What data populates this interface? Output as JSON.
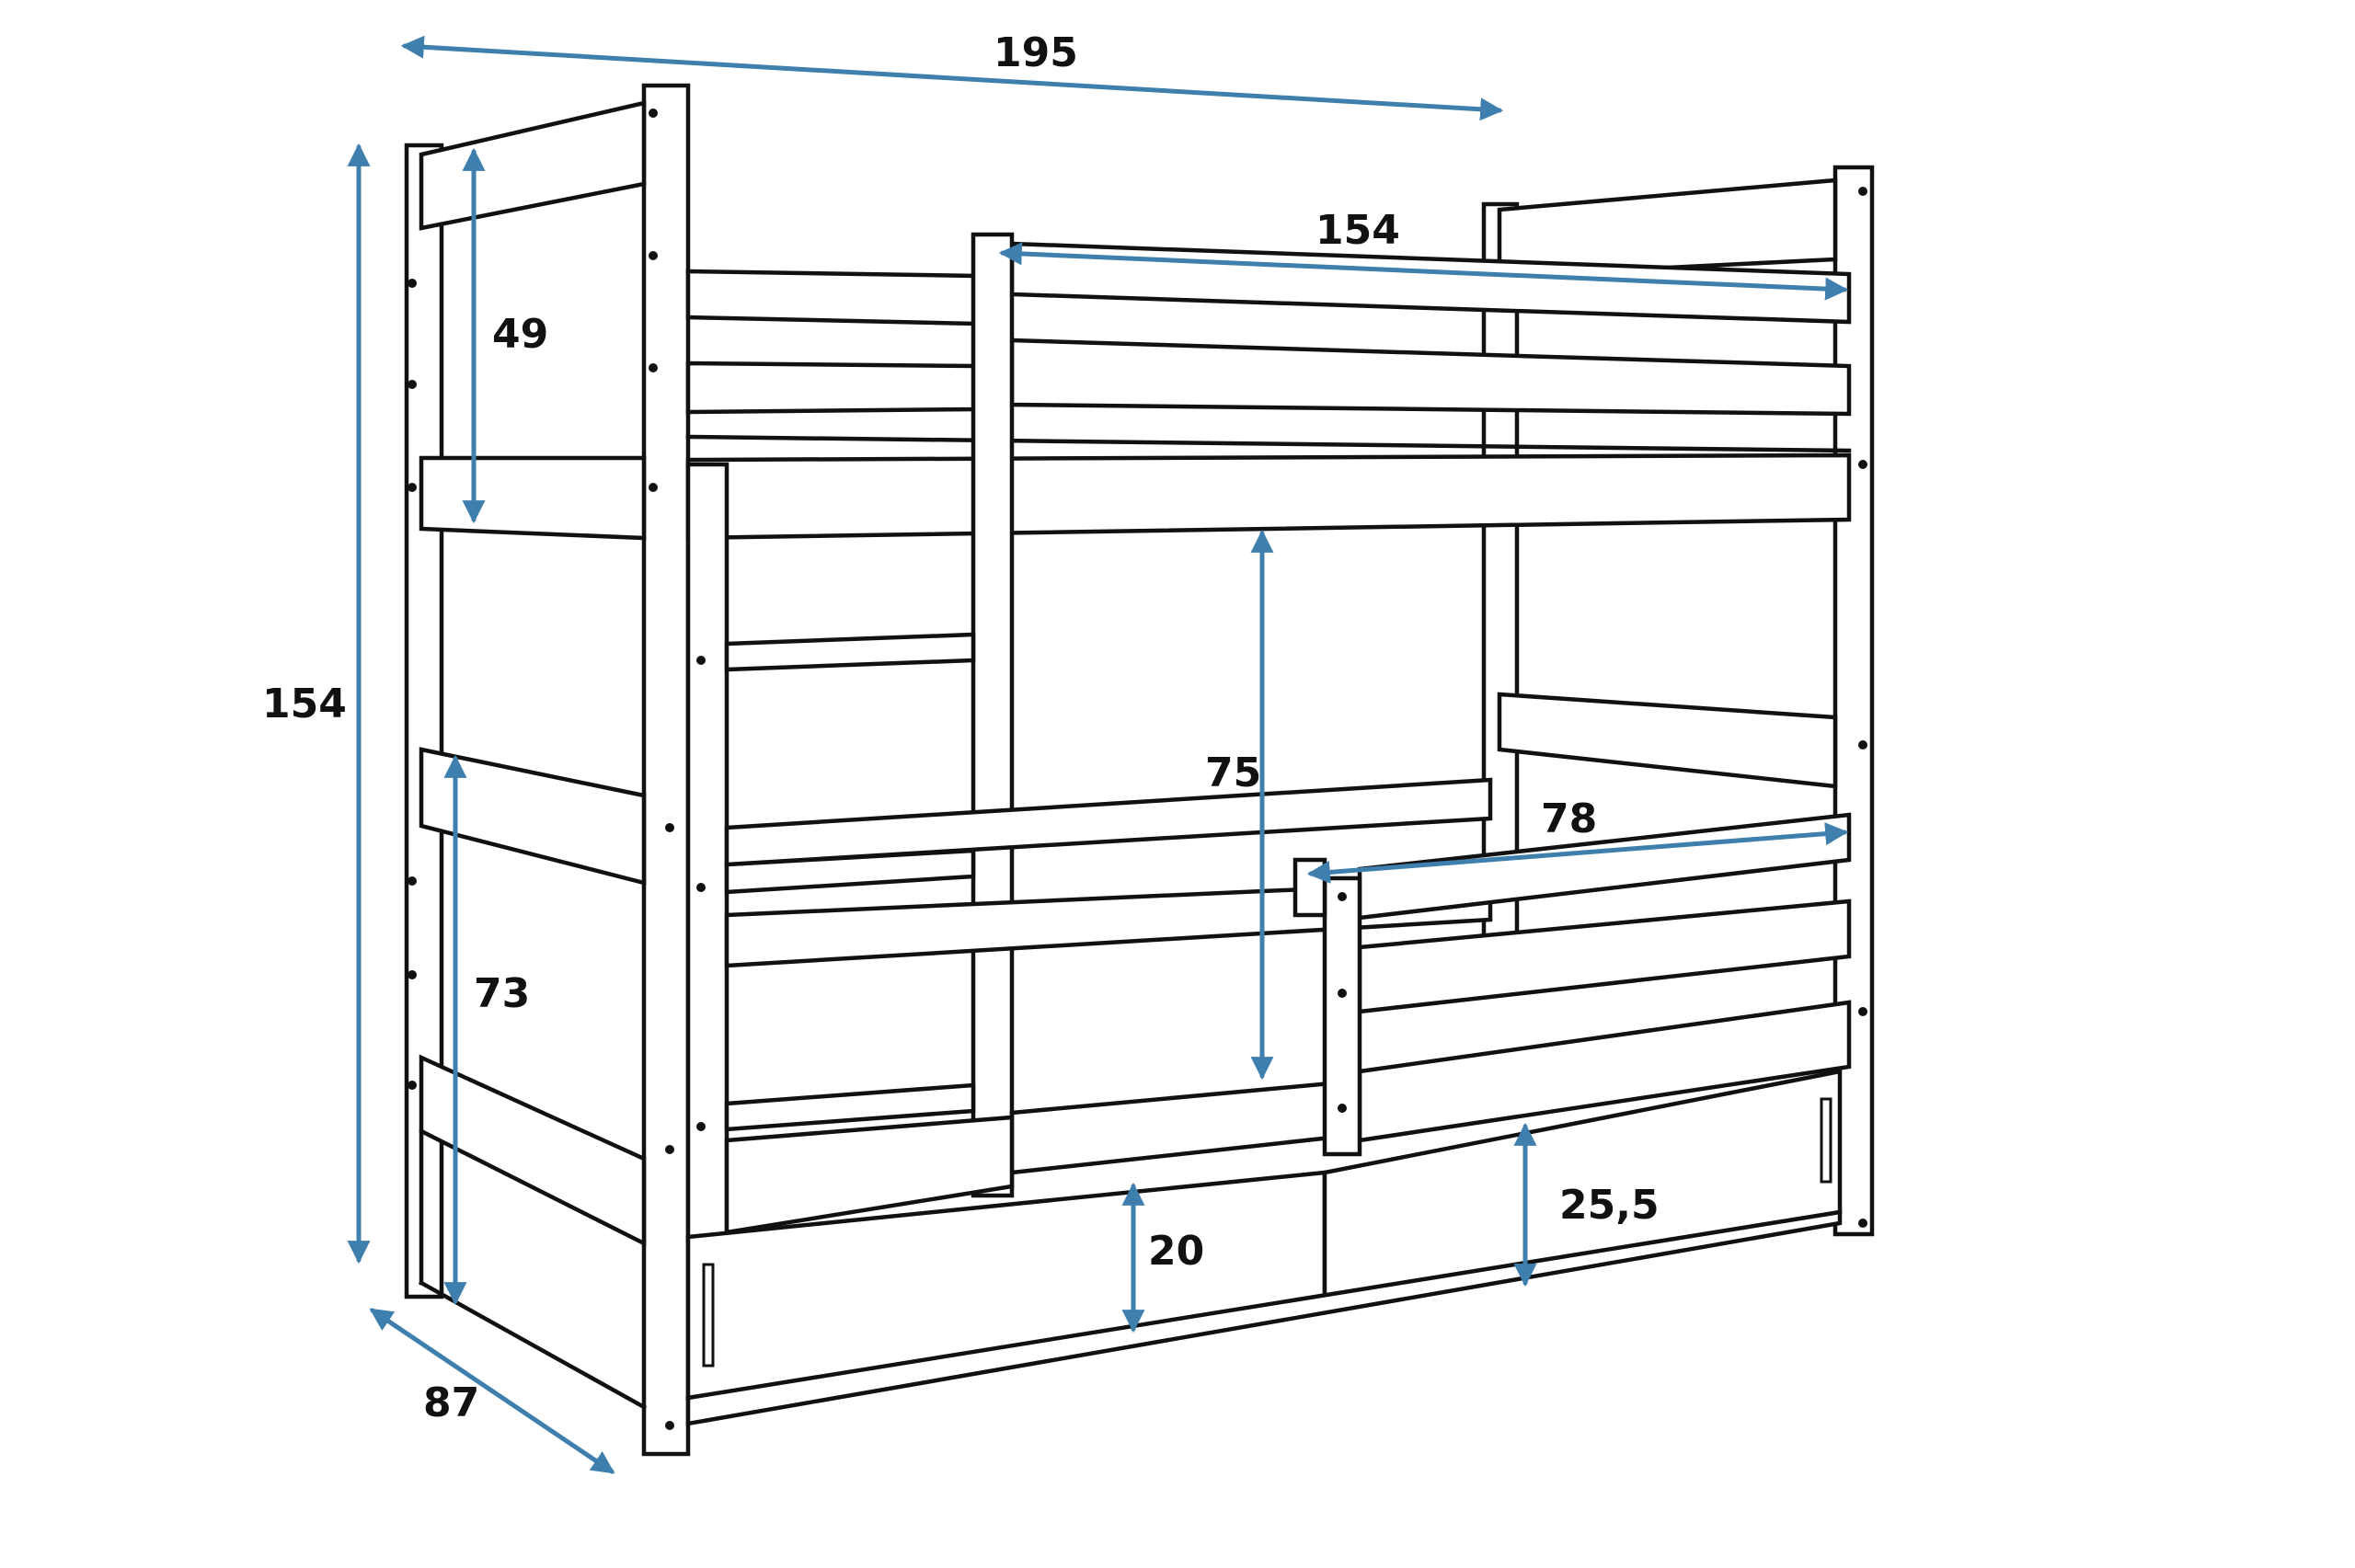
{
  "diagram": {
    "subject": "bunk bed with storage drawers",
    "dimensions": {
      "total_length": "195",
      "total_height": "154",
      "depth": "87",
      "top_bed_length": "154",
      "top_rail_height": "49",
      "bottom_rail_height": "73",
      "bed_clearance": "75",
      "side_opening": "78",
      "drawer_height": "20",
      "bottom_clearance": "25,5"
    },
    "colors": {
      "outline": "#111111",
      "dimension_arrow": "#3f7fae",
      "background": "#ffffff"
    }
  }
}
